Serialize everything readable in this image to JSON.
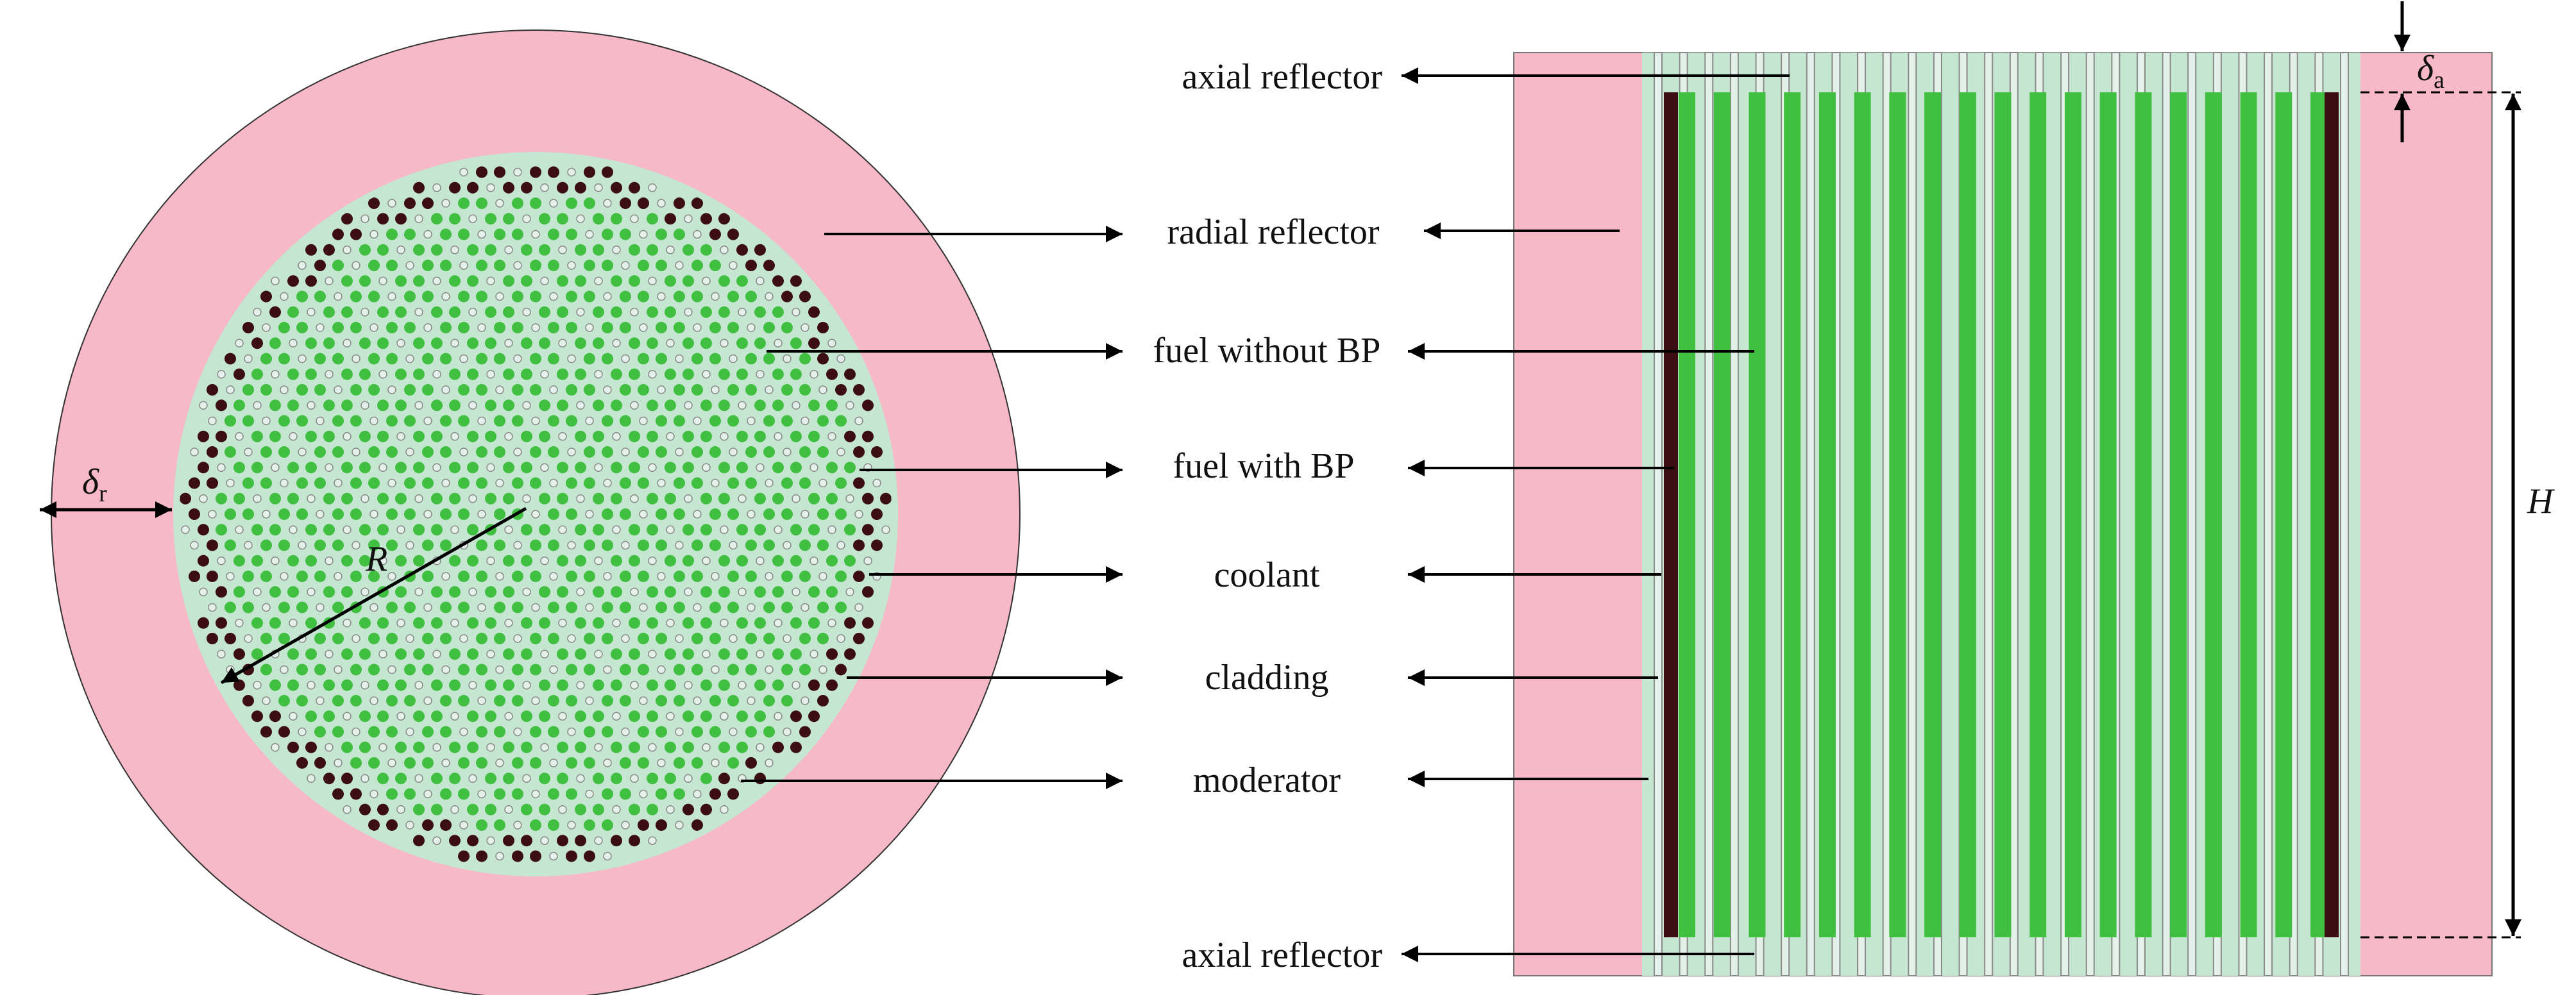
{
  "labels": {
    "axial_reflector_top": "axial reflector",
    "radial_reflector": "radial reflector",
    "fuel_without_bp": "fuel without BP",
    "fuel_with_bp": "fuel with BP",
    "coolant": "coolant",
    "cladding": "cladding",
    "moderator": "moderator",
    "axial_reflector_bottom": "axial reflector"
  },
  "symbols": {
    "delta": "δ",
    "radial_sub": "r",
    "axial_sub": "a",
    "R": "R",
    "H": "H"
  },
  "colors": {
    "reflector": "#f7b8c8",
    "moderator": "#c5e6d1",
    "fuel": "#40bf40",
    "fuel_with_bp": "#3a0e12",
    "coolant_channel": "#e4f1ea",
    "cladding": "#8a8a8a",
    "line": "#000000"
  }
}
